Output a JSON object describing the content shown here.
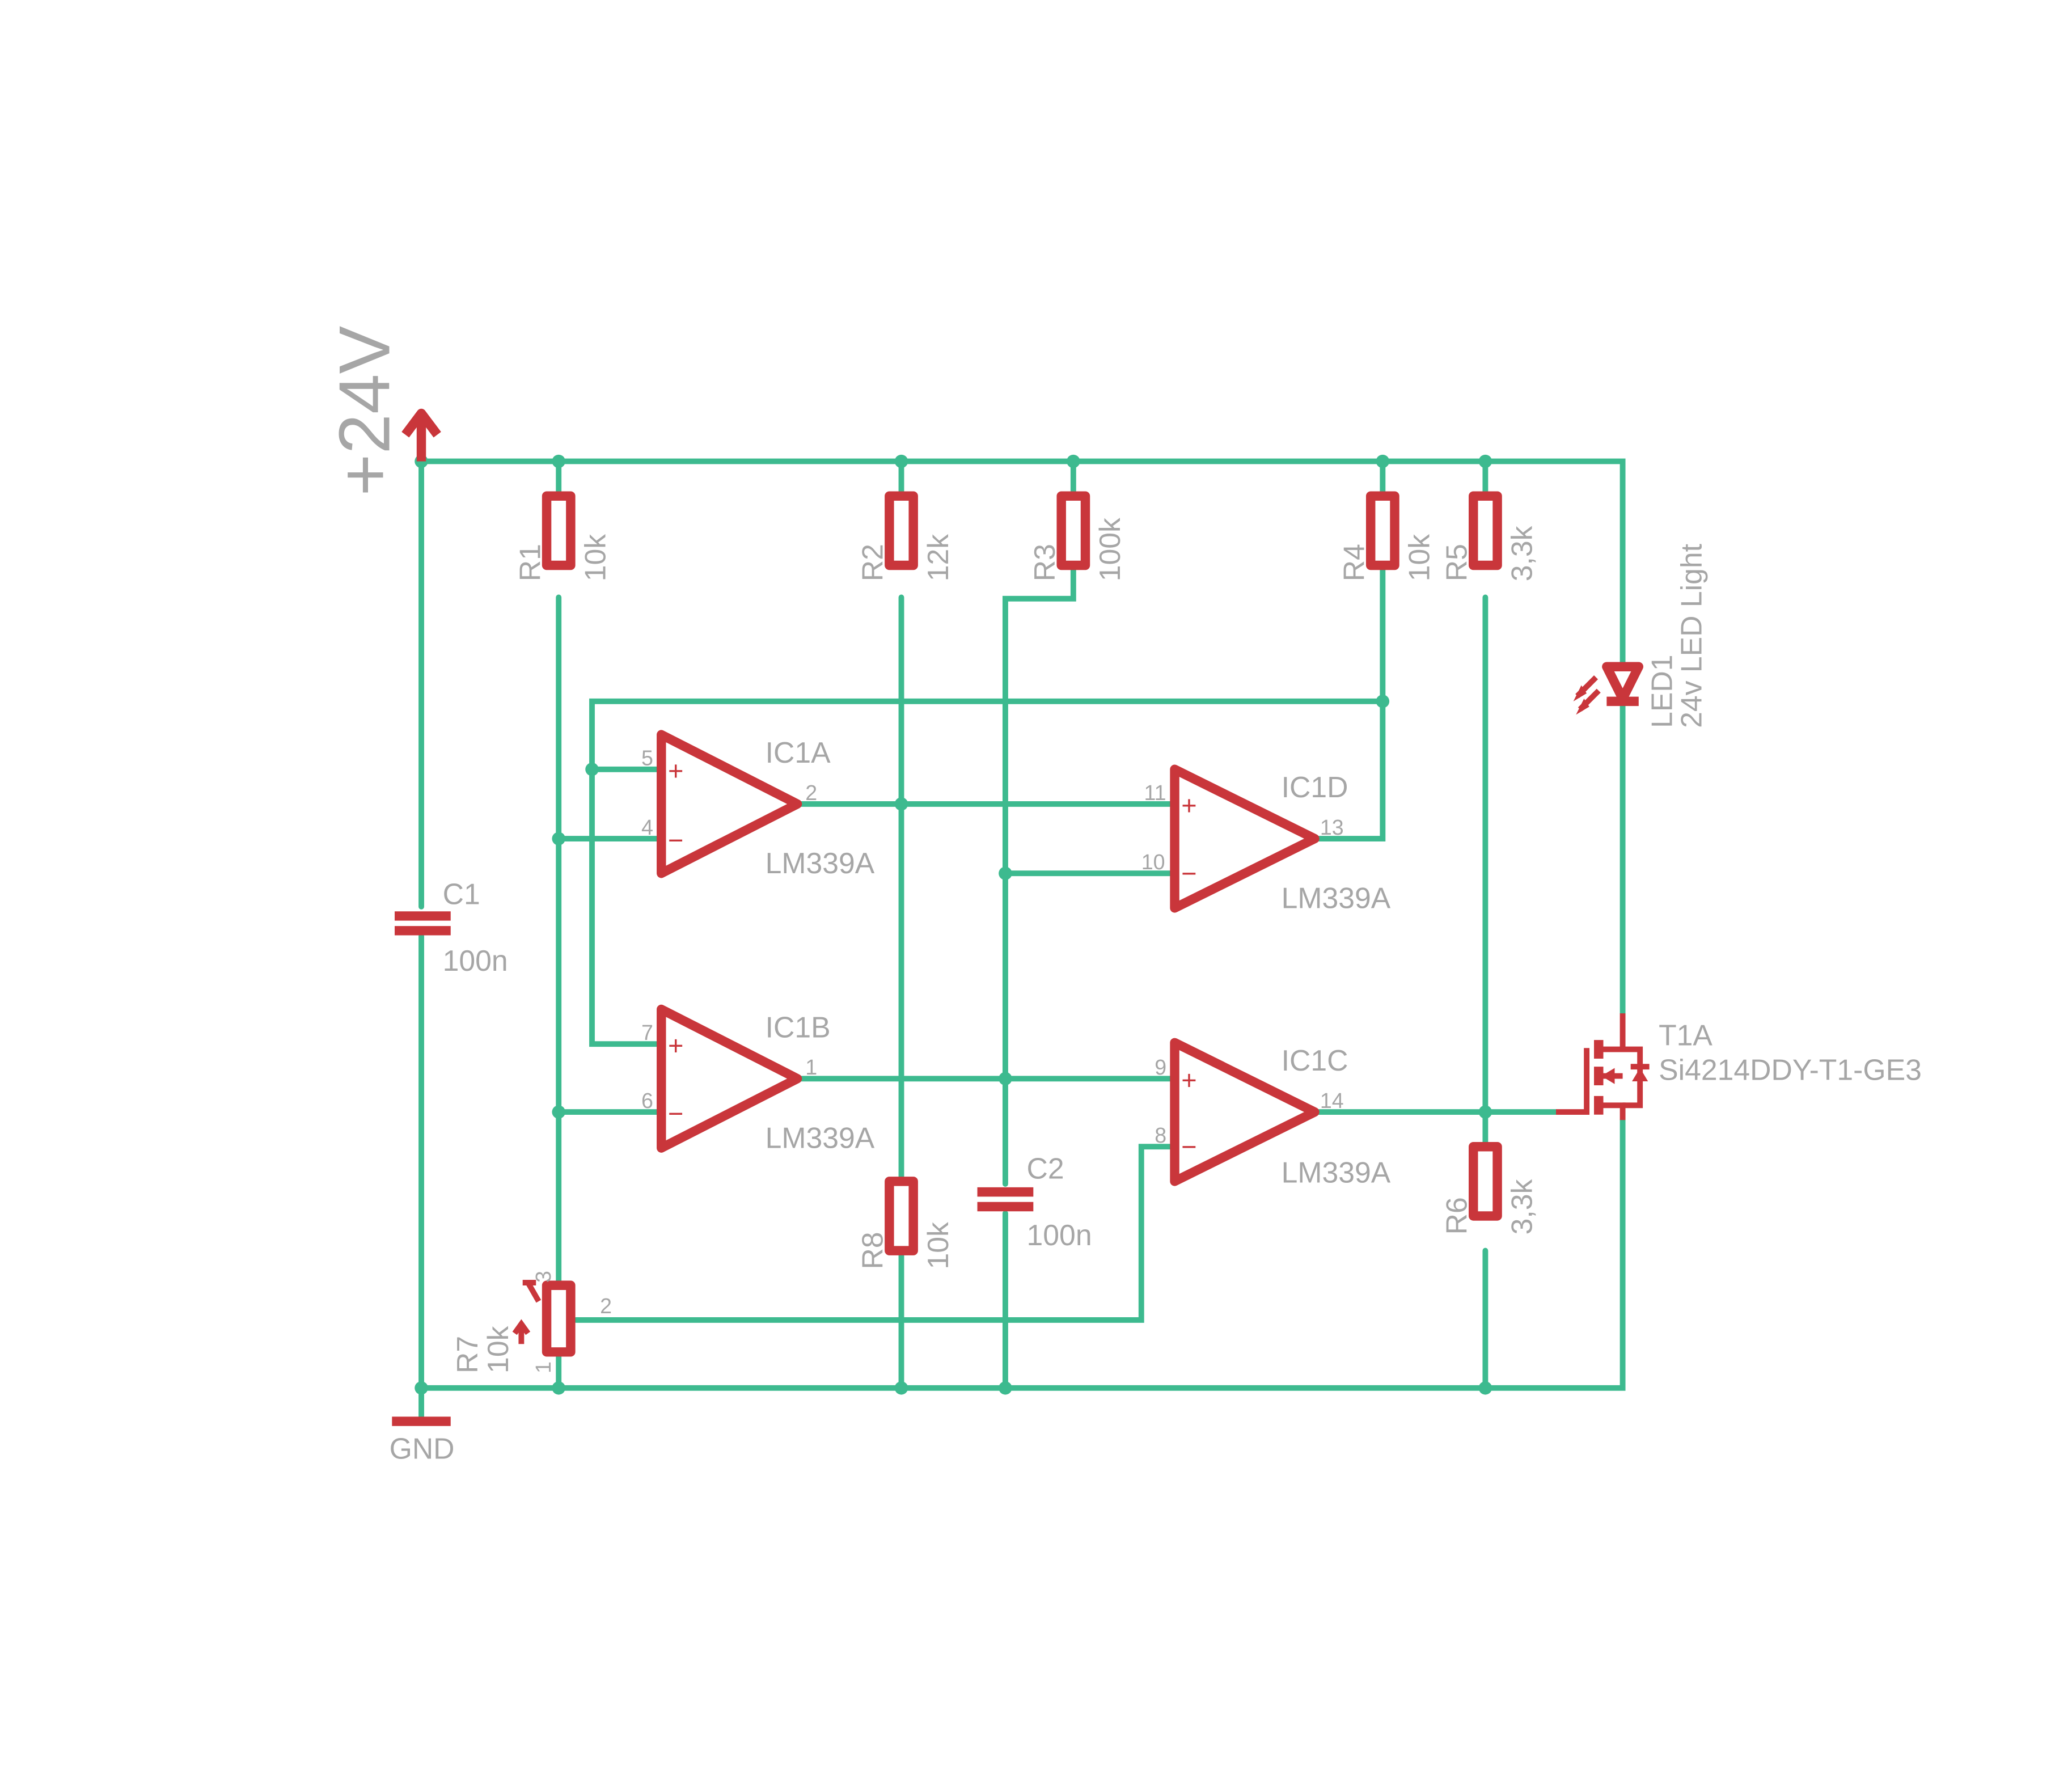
{
  "power": {
    "vcc_label": "+24V",
    "gnd_label": "GND"
  },
  "resistors": [
    {
      "id": "R1",
      "name": "R1",
      "value": "10k"
    },
    {
      "id": "R2",
      "name": "R2",
      "value": "12k"
    },
    {
      "id": "R3",
      "name": "R3",
      "value": "100k"
    },
    {
      "id": "R4",
      "name": "R4",
      "value": "10k"
    },
    {
      "id": "R5",
      "name": "R5",
      "value": "3,3k"
    },
    {
      "id": "R6",
      "name": "R6",
      "value": "3,3k"
    },
    {
      "id": "R8",
      "name": "R8",
      "value": "10k"
    }
  ],
  "potentiometer": {
    "name": "R7",
    "value": "10k",
    "pins": [
      "3",
      "2",
      "1"
    ]
  },
  "capacitors": [
    {
      "id": "C1",
      "name": "C1",
      "value": "100n"
    },
    {
      "id": "C2",
      "name": "C2",
      "value": "100n"
    }
  ],
  "opamps": [
    {
      "id": "IC1A",
      "name": "IC1A",
      "part": "LM339A",
      "plus_pin": "5",
      "minus_pin": "4",
      "out_pin": "2",
      "plus_sign": "+",
      "minus_sign": "−"
    },
    {
      "id": "IC1B",
      "name": "IC1B",
      "part": "LM339A",
      "plus_pin": "7",
      "minus_pin": "6",
      "out_pin": "1",
      "plus_sign": "+",
      "minus_sign": "−"
    },
    {
      "id": "IC1C",
      "name": "IC1C",
      "part": "LM339A",
      "plus_pin": "9",
      "minus_pin": "8",
      "out_pin": "14",
      "plus_sign": "+",
      "minus_sign": "−"
    },
    {
      "id": "IC1D",
      "name": "IC1D",
      "part": "LM339A",
      "plus_pin": "11",
      "minus_pin": "10",
      "out_pin": "13",
      "plus_sign": "+",
      "minus_sign": "−"
    }
  ],
  "led": {
    "name": "LED1",
    "value": "24v LED Light"
  },
  "transistor": {
    "name": "T1A",
    "part": "Si4214DDY-T1-GE3"
  },
  "colors": {
    "wire": "#3dba8f",
    "symbol": "#c9363b",
    "label": "#a6a6a6",
    "background": "#ffffff"
  }
}
